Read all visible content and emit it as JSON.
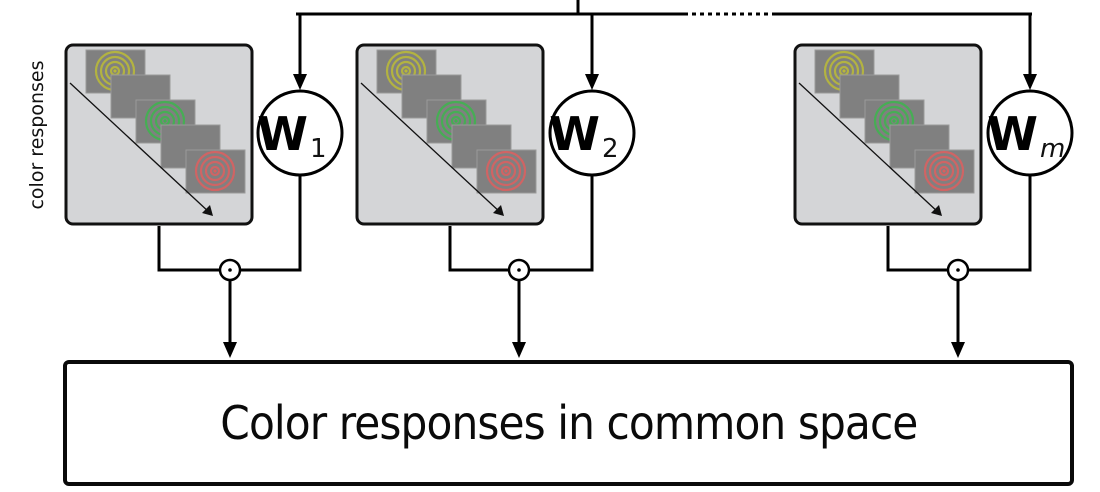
{
  "diagram": {
    "side_label": "color responses",
    "common_space_label": "Color responses in common space",
    "subjects": [
      {
        "id": "subject-1",
        "weight_symbol": "W",
        "weight_subscript": "1",
        "subscript_italic": false,
        "stimuli": [
          "yellow-rings",
          "blank",
          "green-rings",
          "blank",
          "red-rings"
        ]
      },
      {
        "id": "subject-2",
        "weight_symbol": "W",
        "weight_subscript": "2",
        "subscript_italic": false,
        "stimuli": [
          "yellow-rings",
          "blank",
          "green-rings",
          "blank",
          "red-rings"
        ]
      },
      {
        "id": "subject-m",
        "weight_symbol": "W",
        "weight_subscript": "m",
        "subscript_italic": true,
        "stimuli": [
          "yellow-rings",
          "blank",
          "green-rings",
          "blank",
          "red-rings"
        ]
      }
    ],
    "operator_symbol": "dot-product",
    "colors": {
      "panel_fill": "#d4d5d7",
      "stimulus_bg": "#808080",
      "yellow_rings": "#b8b83a",
      "green_rings": "#3fb24f",
      "red_rings": "#d86060",
      "line": "#000000"
    }
  }
}
